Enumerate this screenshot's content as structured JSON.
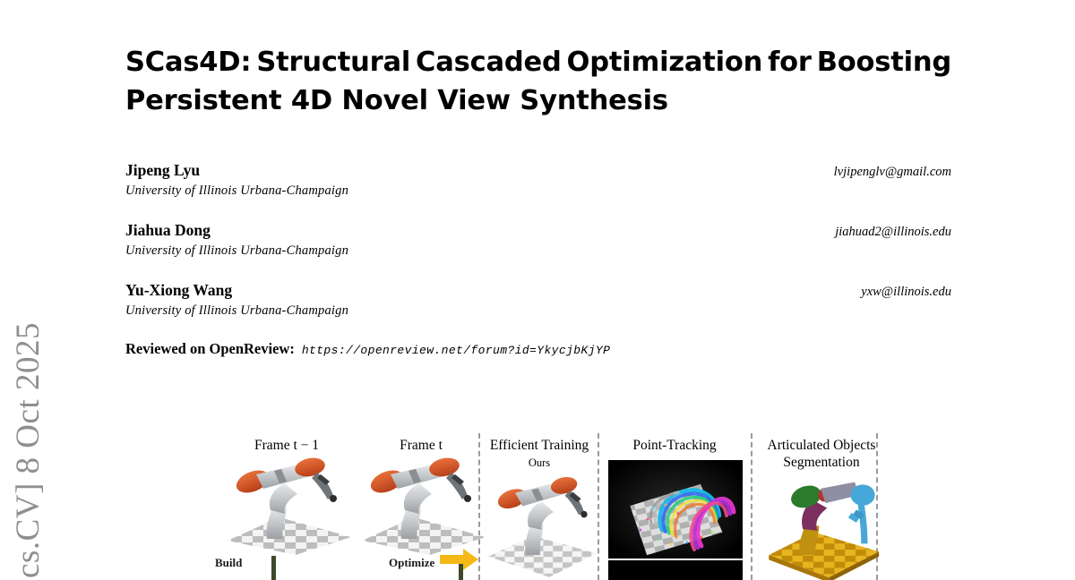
{
  "arxiv": {
    "stamp": "cs.CV]  8 Oct 2025"
  },
  "paper": {
    "title_line1": "SCas4D: Structural Cascaded Optimization for Boosting",
    "title_line2": "Persistent 4D Novel View Synthesis",
    "title_words_line1": [
      "SCas4D:",
      "Structural",
      "Cascaded",
      "Optimization",
      "for",
      "Boosting"
    ],
    "authors": [
      {
        "name": "Jipeng Lyu",
        "affiliation": "University of Illinois Urbana-Champaign",
        "email": "lvjipenglv@gmail.com"
      },
      {
        "name": "Jiahua Dong",
        "affiliation": "University of Illinois Urbana-Champaign",
        "email": "jiahuad2@illinois.edu"
      },
      {
        "name": "Yu-Xiong Wang",
        "affiliation": "University of Illinois Urbana-Champaign",
        "email": "yxw@illinois.edu"
      }
    ],
    "reviewed": {
      "label": "Reviewed on OpenReview:",
      "url": "https://openreview.net/forum?id=YkycjbKjYP"
    }
  },
  "figure": {
    "panels": [
      {
        "caption": "Frame t − 1",
        "stage_label": "Build"
      },
      {
        "caption": "Frame t",
        "stage_label": "Optimize"
      },
      {
        "caption": "Efficient Training",
        "sub_caption": "Ours"
      },
      {
        "caption": "Point-Tracking"
      },
      {
        "caption": "Articulated Objects Segmentation"
      }
    ],
    "arrow_icon": "right-arrow-icon"
  },
  "colors": {
    "arrow": "#f5b816",
    "green_bar": "#3b4a2c",
    "robot_joint": "#d2542a",
    "robot_body": "#b9bcbe",
    "seg_green": "#2c7a2c",
    "seg_purple": "#7d3060",
    "seg_cyan": "#46a8d8",
    "seg_grey": "#8e8fa3",
    "seg_floor": "#d8a413",
    "stamp": "#8f8f8f"
  }
}
